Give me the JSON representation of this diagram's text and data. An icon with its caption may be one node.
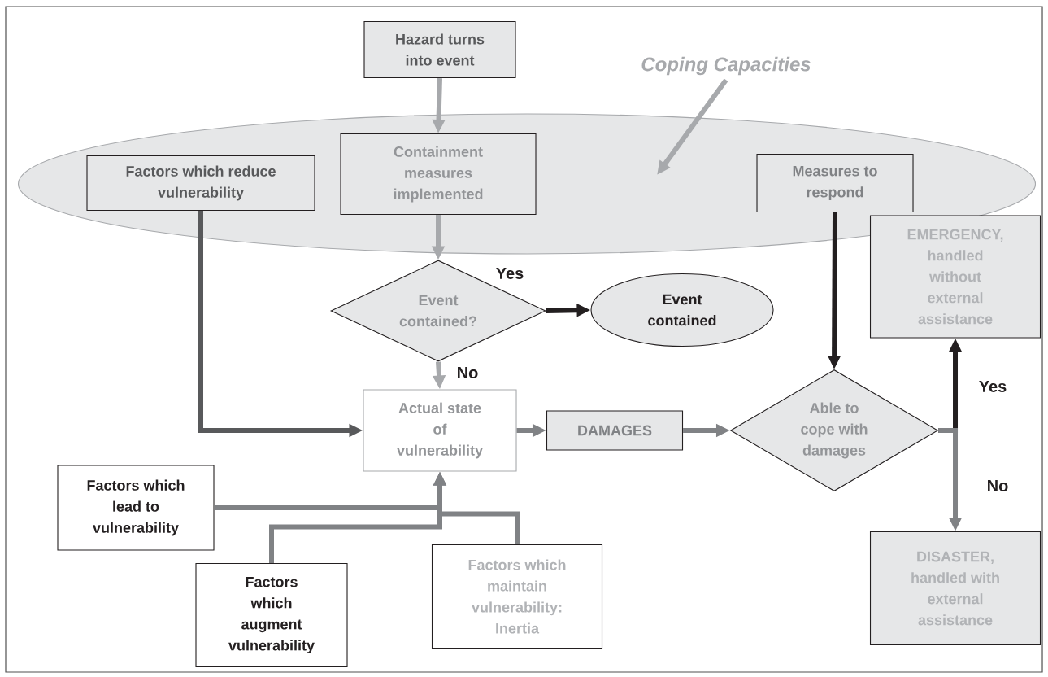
{
  "diagram": {
    "nodes": [
      {
        "text": [
          "Hazard turns into event"
        ]
      },
      {
        "text": [],
        "shape": "ellipse"
      },
      {
        "text": [
          "Factors which reduce vulnerability"
        ],
        "in": 1
      },
      {
        "text": [
          "Containment measures implemented"
        ],
        "in": 1
      },
      {
        "text": [
          "Measures to respond"
        ],
        "in": 1
      },
      {
        "text": [
          "Coping Capacities"
        ]
      },
      {
        "text": [
          "Event contained?"
        ]
      },
      {
        "text": [
          "Event contained"
        ]
      },
      {
        "text": [
          "Actual state of vulnerability"
        ]
      },
      {
        "text": [
          "DAMAGES"
        ]
      },
      {
        "text": [
          "Able to cope with damages"
        ]
      },
      {
        "text": [
          "EMERGENCY, handled without external assistance"
        ]
      },
      {
        "text": [
          "DISASTER, handled with external assistance"
        ]
      },
      {
        "text": [
          "Factors which lead to vulnerability"
        ]
      },
      {
        "text": [
          "Factors which augment vulnerability"
        ]
      },
      {
        "text": [
          "Factors which maintain vulnerability: Inertia"
        ]
      }
    ],
    "edges": [
      {
        "from": 0,
        "to": 3,
        "arrow": "to",
        "color": "#a7a9ac"
      },
      {
        "from": 3,
        "to": 6,
        "arrow": "to",
        "color": "#a7a9ac"
      },
      {
        "from": 6,
        "to": 7,
        "arrow": "to",
        "label": "Yes",
        "color": "#231f20"
      },
      {
        "from": 6,
        "to": 8,
        "arrow": "to",
        "label": "No",
        "color": "#a7a9ac"
      },
      {
        "from": 2,
        "to": 8,
        "arrow": "to",
        "color": "#58595b"
      },
      {
        "from": 8,
        "to": 9,
        "arrow": "to"
      },
      {
        "from": 9,
        "to": 10,
        "arrow": "to"
      },
      {
        "from": 4,
        "to": 10,
        "arrow": "to",
        "color": "#231f20"
      },
      {
        "from": 10,
        "to": 11,
        "arrow": "to",
        "label": "Yes",
        "color": "#231f20"
      },
      {
        "from": 10,
        "to": 12,
        "arrow": "to",
        "label": "No"
      },
      {
        "from": 13,
        "to": 8,
        "arrow": "to"
      },
      {
        "from": 14,
        "to": 8,
        "arrow": "to"
      },
      {
        "from": 15,
        "to": 8,
        "arrow": "to"
      },
      {
        "from": 5,
        "to": 1,
        "arrow": "to",
        "color": "#a7a9ac"
      }
    ]
  }
}
